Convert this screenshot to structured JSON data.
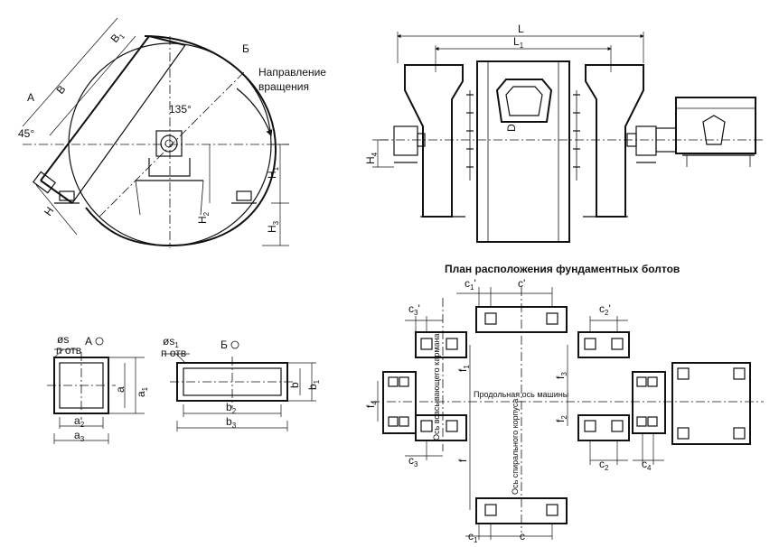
{
  "side_view": {
    "dim_b1": "B",
    "dim_b1_sub": "1",
    "dim_b": "B",
    "label_a": "А",
    "label_b": "Б",
    "angle_45": "45°",
    "angle_135": "135°",
    "rotation_line1": "Направление",
    "rotation_line2": "вращения",
    "dim_h": "H",
    "dim_h_main": "H",
    "sub_1": "1",
    "sub_2": "2",
    "sub_3": "3"
  },
  "front_view": {
    "dim_l": "L",
    "dim_l1": "L",
    "dim_l1_sub": "1",
    "dim_d": "D",
    "dim_h4": "H",
    "dim_h4_sub": "4"
  },
  "flange_a": {
    "hole_label": "øs",
    "hole_count": "п отв",
    "view_label": "А",
    "dim_a": "a",
    "dim_a1": "a",
    "dim_a2": "a",
    "dim_a3": "a",
    "sub_1": "1",
    "sub_2": "2",
    "sub_3": "3"
  },
  "flange_b": {
    "hole_label": "øs",
    "hole_label_sub": "1",
    "hole_count": "п отв",
    "view_label": "Б",
    "dim_b": "b",
    "dim_b1": "b",
    "dim_b2": "b",
    "dim_b3": "b",
    "sub_1": "1",
    "sub_2": "2",
    "sub_3": "3"
  },
  "plan": {
    "title": "План расположения фундаментных болтов",
    "c": "c",
    "c_prime": "c'",
    "c1": "c",
    "c1_prime": "c",
    "c2": "c",
    "c2_prime": "c",
    "c3": "c",
    "c3_prime": "c",
    "c4": "c",
    "f": "f",
    "f1": "f",
    "f2": "f",
    "f3": "f",
    "f4": "f",
    "prime": "'",
    "sub_1": "1",
    "sub_2": "2",
    "sub_3": "3",
    "sub_4": "4",
    "axis_machine": "Продольная ось машины",
    "axis_suction": "Ось всасывающего кармана",
    "axis_spiral": "Ось спирального корпуса"
  }
}
